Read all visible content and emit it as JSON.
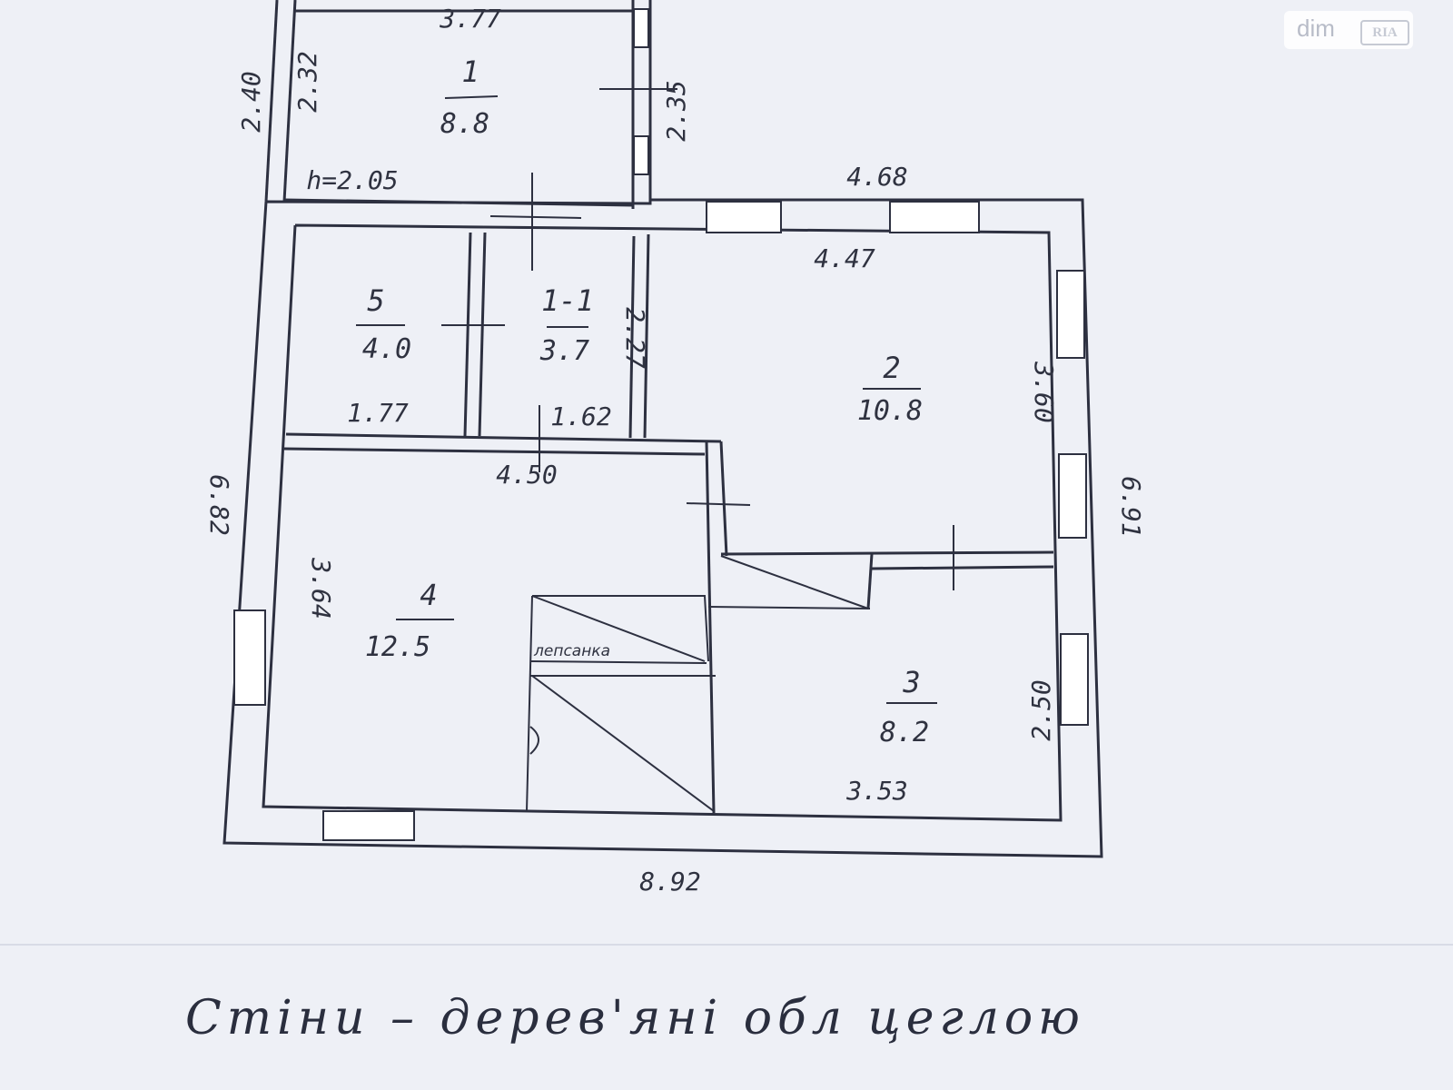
{
  "plan": {
    "rooms": [
      {
        "id": "r1",
        "number": "1",
        "area": "8.8"
      },
      {
        "id": "r11",
        "number": "1-1",
        "area": "3.7"
      },
      {
        "id": "r2",
        "number": "2",
        "area": "10.8"
      },
      {
        "id": "r3",
        "number": "3",
        "area": "8.2"
      },
      {
        "id": "r4",
        "number": "4",
        "area": "12.5"
      },
      {
        "id": "r5",
        "number": "5",
        "area": "4.0"
      }
    ],
    "dimensions": {
      "d_377": "3.77",
      "d_232": "2.32",
      "d_240": "2.40",
      "d_235": "2.35",
      "d_h205": "h=2.05",
      "d_468": "4.68",
      "d_447": "4.47",
      "d_227": "2.27",
      "d_177": "1.77",
      "d_162": "1.62",
      "d_450": "4.50",
      "d_360": "3.60",
      "d_682": "6.82",
      "d_691": "6.91",
      "d_364": "3.64",
      "d_250": "2.50",
      "d_353": "3.53",
      "d_892": "8.92"
    },
    "stair_label": "лепсанка"
  },
  "footer_note": "Стіни – дерев'яні обл цеглою",
  "watermark": {
    "text": "dim",
    "logo": "RIA"
  }
}
